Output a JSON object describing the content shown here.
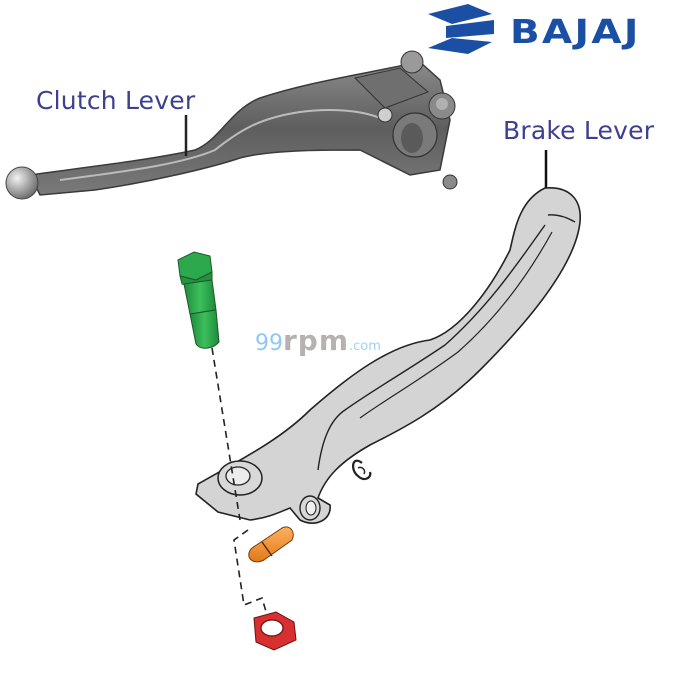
{
  "brand": {
    "name": "BAJAJ",
    "color": "#1a4fa3",
    "logo_icon": "bajaj-hexagon-logo-icon"
  },
  "watermark": {
    "part1": "99",
    "part2": "rpm",
    "part3": ".com"
  },
  "labels": {
    "clutch_lever": "Clutch Lever",
    "brake_lever": "Brake Lever",
    "color": "#3d3f8f"
  },
  "parts": [
    {
      "name": "Clutch Lever",
      "color": "#6e6e6e"
    },
    {
      "name": "Brake Lever",
      "color": "#d2d2d2"
    },
    {
      "name": "Pivot Bolt",
      "color": "#2e9e4a"
    },
    {
      "name": "Pin",
      "color": "#f08c2e"
    },
    {
      "name": "Nut",
      "color": "#d83030"
    },
    {
      "name": "Circlip",
      "color": "#ffffff"
    }
  ]
}
